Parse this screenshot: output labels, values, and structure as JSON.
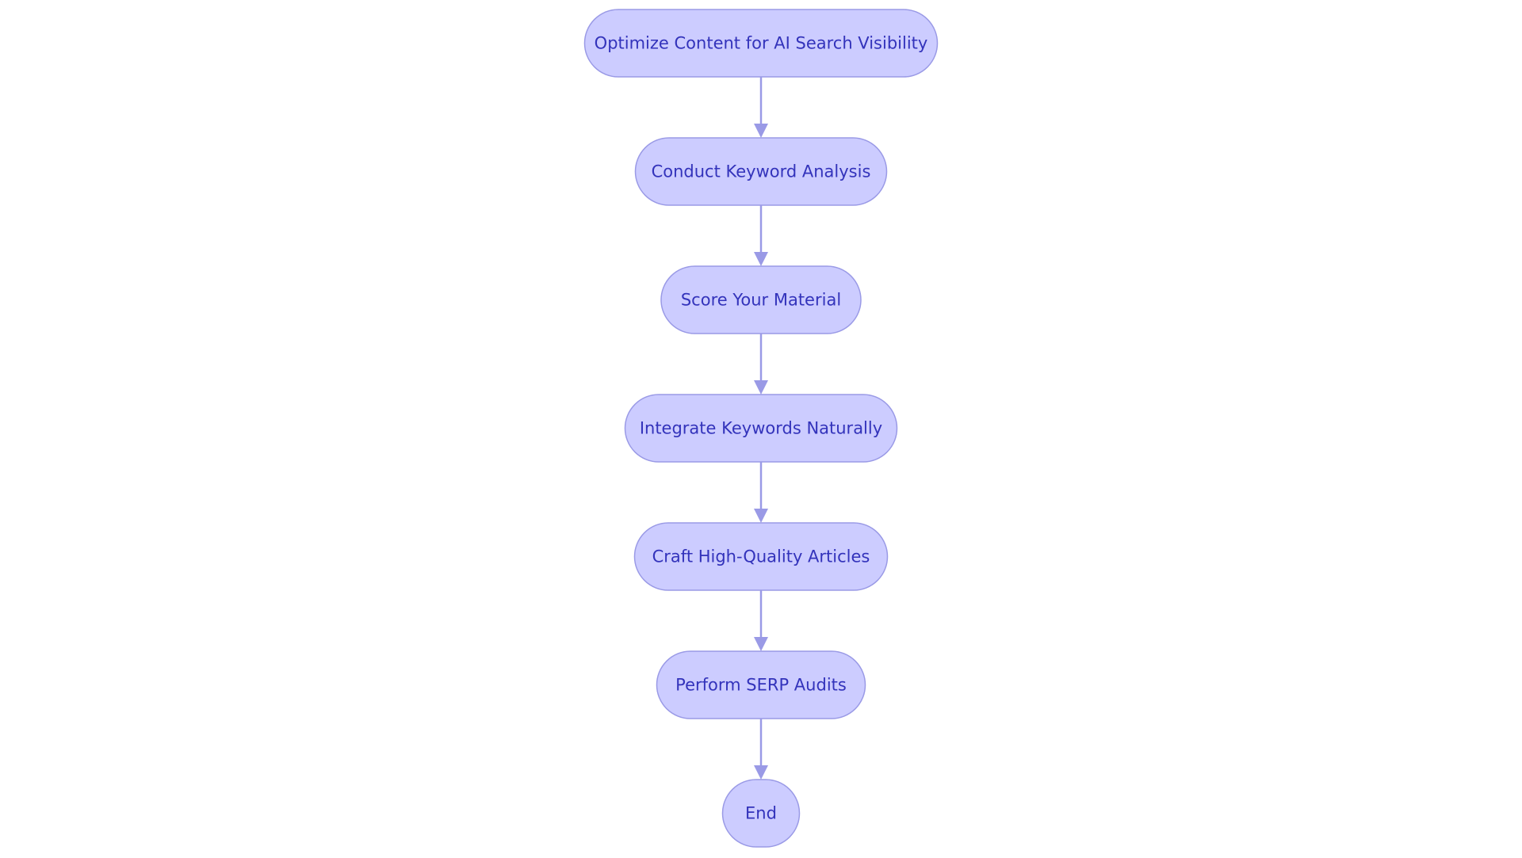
{
  "diagram": {
    "type": "flowchart",
    "direction": "top-to-bottom",
    "colors": {
      "node_fill": "#ccccff",
      "node_stroke": "#9a9ae6",
      "text": "#3333bb",
      "edge": "#9a9ae6"
    },
    "nodes": [
      {
        "id": "n1",
        "label": "Optimize Content for AI Search Visibility"
      },
      {
        "id": "n2",
        "label": "Conduct Keyword Analysis"
      },
      {
        "id": "n3",
        "label": "Score Your Material"
      },
      {
        "id": "n4",
        "label": "Integrate Keywords Naturally"
      },
      {
        "id": "n5",
        "label": "Craft High-Quality Articles"
      },
      {
        "id": "n6",
        "label": "Perform SERP Audits"
      },
      {
        "id": "n7",
        "label": "End"
      }
    ],
    "edges": [
      {
        "from": "n1",
        "to": "n2"
      },
      {
        "from": "n2",
        "to": "n3"
      },
      {
        "from": "n3",
        "to": "n4"
      },
      {
        "from": "n4",
        "to": "n5"
      },
      {
        "from": "n5",
        "to": "n6"
      },
      {
        "from": "n6",
        "to": "n7"
      }
    ]
  }
}
